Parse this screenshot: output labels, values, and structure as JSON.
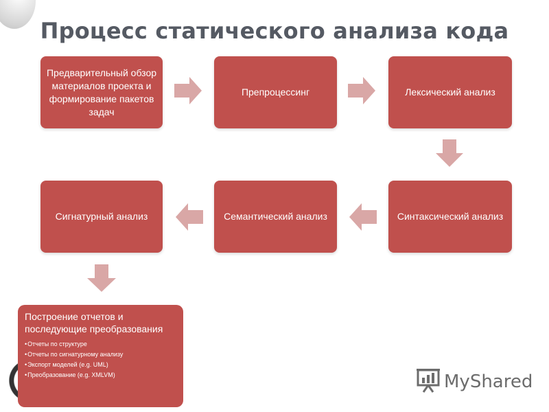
{
  "slide": {
    "title": "Процесс статического анализа кода"
  },
  "steps": {
    "s1": "Предварительный обзор материалов проекта и формирование пакетов задач",
    "s2": "Препроцессинг",
    "s3": "Лексический анализ",
    "s4": "Синтаксический анализ",
    "s5": "Семантический анализ",
    "s6": "Сигнатурный анализ"
  },
  "final": {
    "title": "Построение отчетов и последующие преобразования",
    "bullets": [
      "Отчеты по структуре",
      "Отчеты по сигнатурному анализу",
      "Экспорт моделей (e.g. UML)",
      "Преобразование (e.g. XMLVM)"
    ]
  },
  "logo": {
    "text_my": "My",
    "text_shared": "Shared",
    "icon": "presentation-board-icon"
  },
  "colors": {
    "box": "#c0504d",
    "arrow": "#d9a7a6",
    "title": "#555a63"
  }
}
